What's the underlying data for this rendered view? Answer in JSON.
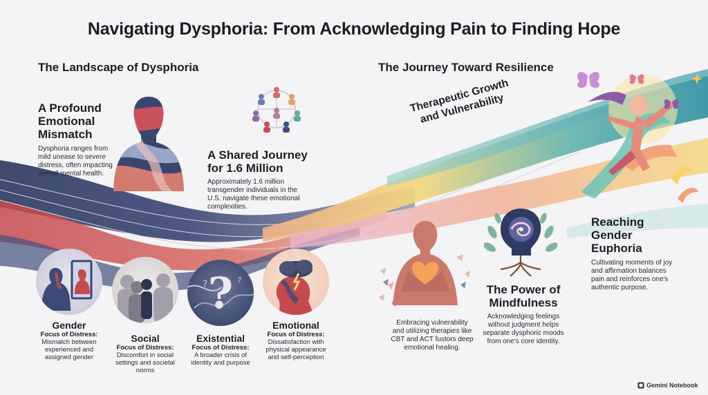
{
  "title": "Navigating Dysphoria: From Acknowledging Pain to Finding Hope",
  "left_section": {
    "heading": "The Landscape of Dysphoria",
    "mismatch": {
      "title_lines": [
        "A Profound",
        "Emotional",
        "Mismatch"
      ],
      "body_lines": [
        "Dysphoria ranges from",
        "mild unease to severe",
        "distress, often impacting",
        "overall mental health."
      ]
    },
    "shared": {
      "title_lines": [
        "A Shared Journey",
        "for 1.6 Million"
      ],
      "body_lines": [
        "Approximately 1.6 million",
        "transgender individuals in the",
        "U.S. navigate these emotional",
        "complexities."
      ]
    },
    "categories": [
      {
        "title": "Gender",
        "focus_label": "Focus of Distress:",
        "focus_lines": [
          "Mismatch between",
          "experienced and",
          "assigned gender"
        ]
      },
      {
        "title": "Social",
        "focus_label": "Focus of Distress:",
        "focus_lines": [
          "Discomfort in social",
          "settings and societal",
          "norms"
        ]
      },
      {
        "title": "Existential",
        "focus_label": "Focus of Distress:",
        "focus_lines": [
          "A broader crisis of",
          "identity and purpose"
        ]
      },
      {
        "title": "Emotional",
        "focus_label": "Focus of Distress:",
        "focus_lines": [
          "Dissatisfaction with",
          "physical appearance",
          "and self-perception"
        ]
      }
    ]
  },
  "right_section": {
    "heading": "The Journey Toward Resilience",
    "wave_label_lines": [
      "Therapeutic Growth",
      "and Vulnerability"
    ],
    "therapy_lines": [
      "Embracing vulnerability",
      "and utilizing therapies like",
      "CBT and ACT fustors deep",
      "emotional healing."
    ],
    "mindfulness": {
      "title_lines": [
        "The Power of",
        "Mindfulness"
      ],
      "body_lines": [
        "Acknowledging feelings",
        "without judgment helps",
        "separate dysphoric moods",
        "from one's core identity."
      ]
    },
    "euphoria": {
      "title_lines": [
        "Reaching",
        "Gender",
        "Euphoria"
      ],
      "body_lines": [
        "Cultivating moments of joy",
        "and affirmation balances",
        "pain and reinforces one's",
        "authentic purpose."
      ]
    }
  },
  "badge": "Gemini Notebook",
  "colors": {
    "background": "#f4f3f5",
    "wave_dark": "#2f3b63",
    "wave_red": "#c44a4f",
    "wave_teal": "#5fb3ad",
    "wave_peach": "#f2b38a",
    "wave_yellow": "#f4d77a"
  },
  "icons": [
    "mosaic-figure-icon",
    "community-circle-icon",
    "mirror-figure-icon",
    "crowd-silhouette-icon",
    "question-mark-icon",
    "storm-cloud-head-icon",
    "heart-figure-icon",
    "galaxy-brain-tree-icon",
    "butterfly-dancer-icon",
    "sparkle-icon"
  ]
}
